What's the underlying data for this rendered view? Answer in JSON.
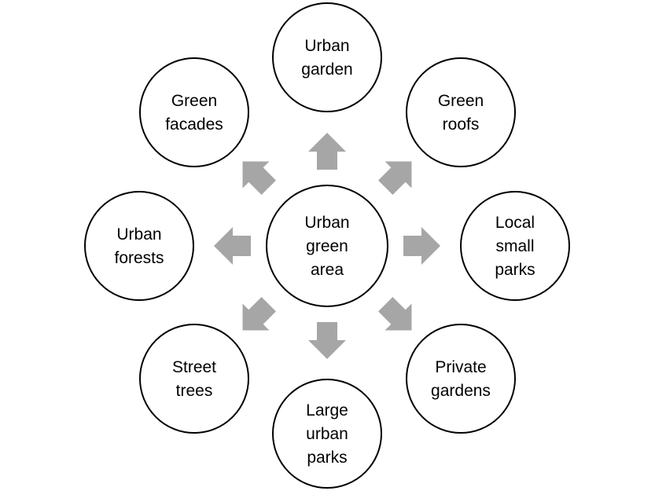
{
  "colors": {
    "arrow": "#a6a6a6",
    "circle_stroke": "#000000",
    "circle_fill": "#ffffff",
    "text": "#000000",
    "background": "#ffffff"
  },
  "center": {
    "lines": [
      "Urban",
      "green",
      "area"
    ]
  },
  "nodes": [
    {
      "id": "urban-garden",
      "direction": "north",
      "lines": [
        "Urban",
        "garden"
      ]
    },
    {
      "id": "green-roofs",
      "direction": "north-east",
      "lines": [
        "Green",
        "roofs"
      ]
    },
    {
      "id": "local-small-parks",
      "direction": "east",
      "lines": [
        "Local",
        "small",
        "parks"
      ]
    },
    {
      "id": "private-gardens",
      "direction": "south-east",
      "lines": [
        "Private",
        "gardens"
      ]
    },
    {
      "id": "large-urban-parks",
      "direction": "south",
      "lines": [
        "Large",
        "urban",
        "parks"
      ]
    },
    {
      "id": "street-trees",
      "direction": "south-west",
      "lines": [
        "Street",
        "trees"
      ]
    },
    {
      "id": "urban-forests",
      "direction": "west",
      "lines": [
        "Urban",
        "forests"
      ]
    },
    {
      "id": "green-facades",
      "direction": "north-west",
      "lines": [
        "Green",
        "facades"
      ]
    }
  ]
}
